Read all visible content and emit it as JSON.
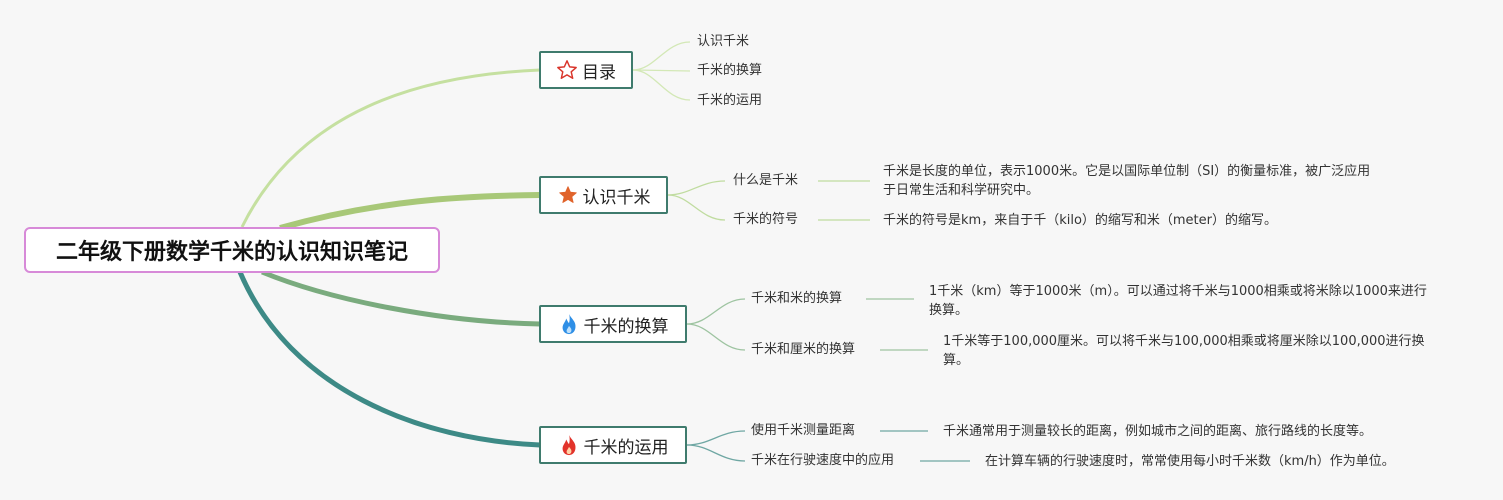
{
  "root": {
    "title": "二年级下册数学千米的认识知识笔记"
  },
  "branches": [
    {
      "label": "目录",
      "icon": "star-outline-icon",
      "color": "#c5e0a0",
      "children": [
        {
          "label": "认识千米"
        },
        {
          "label": "千米的换算"
        },
        {
          "label": "千米的运用"
        }
      ]
    },
    {
      "label": "认识千米",
      "icon": "star-filled-icon",
      "color": "#a8c878",
      "children": [
        {
          "label": "什么是千米",
          "detail": "千米是长度的单位，表示1000米。它是以国际单位制（SI）的衡量标准，被广泛应用于日常生活和科学研究中。"
        },
        {
          "label": "千米的符号",
          "detail": "千米的符号是km，来自于千（kilo）的缩写和米（meter）的缩写。"
        }
      ]
    },
    {
      "label": "千米的换算",
      "icon": "flame-blue-icon",
      "color": "#7aab7e",
      "children": [
        {
          "label": "千米和米的换算",
          "detail": "1千米（km）等于1000米（m）。可以通过将千米与1000相乘或将米除以1000来进行换算。"
        },
        {
          "label": "千米和厘米的换算",
          "detail": "1千米等于100,000厘米。可以将千米与100,000相乘或将厘米除以100,000进行换算。"
        }
      ]
    },
    {
      "label": "千米的运用",
      "icon": "flame-red-icon",
      "color": "#3d8a86",
      "children": [
        {
          "label": "使用千米测量距离",
          "detail": "千米通常用于测量较长的距离，例如城市之间的距离、旅行路线的长度等。"
        },
        {
          "label": "千米在行驶速度中的应用",
          "detail": "在计算车辆的行驶速度时，常常使用每小时千米数（km/h）作为单位。"
        }
      ]
    }
  ]
}
